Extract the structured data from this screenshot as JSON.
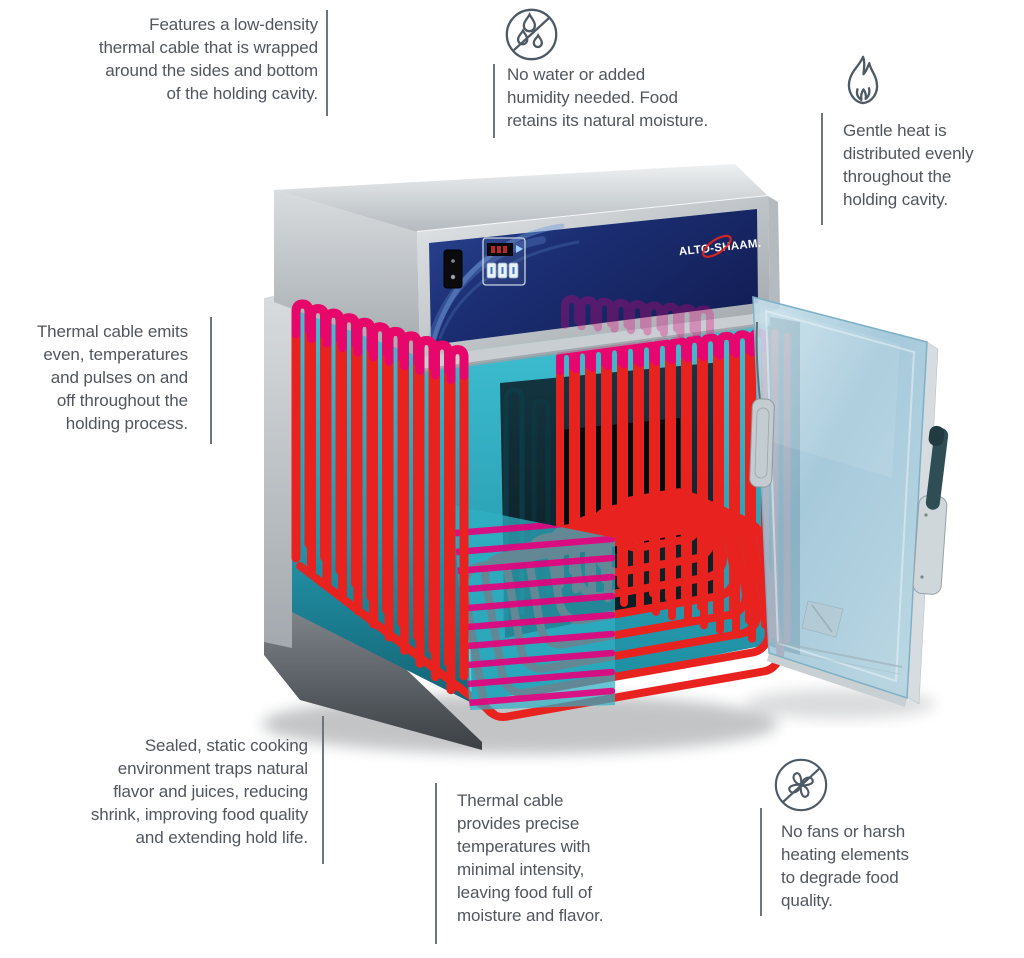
{
  "brand": {
    "logo_text": "ALTO-SHAAM."
  },
  "callouts": {
    "top_left": {
      "text": "Features a low-density\nthermal cable that is wrapped\naround the sides and bottom\nof the holding cavity."
    },
    "top_center": {
      "icon": "no-water-icon",
      "text": "No water or added\nhumidity needed. Food\nretains its natural moisture."
    },
    "top_right": {
      "icon": "flame-icon",
      "text": "Gentle heat is\ndistributed evenly\nthroughout the\nholding cavity."
    },
    "mid_left": {
      "text": "Thermal cable emits\neven, temperatures\nand pulses on and\noff throughout the\nholding process."
    },
    "bottom_left": {
      "text": "Sealed, static cooking\nenvironment traps natural\nflavor and juices, reducing\nshrink, improving food quality\nand extending hold life."
    },
    "bottom_center": {
      "text": "Thermal cable\nprovides precise\ntemperatures with\nminimal intensity,\nleaving food full of\nmoisture and flavor."
    },
    "bottom_right": {
      "icon": "no-fan-icon",
      "text": "No fans or harsh\nheating elements\nto degrade food\nquality."
    }
  },
  "colors": {
    "text": "#51565d",
    "line": "#6e757c",
    "icon": "#4d5964",
    "cable_red": "#e8231f",
    "cable_magenta": "#e6007e",
    "cavity_teal": "#2fb0c4",
    "panel_navy": "#1d2e6e"
  }
}
